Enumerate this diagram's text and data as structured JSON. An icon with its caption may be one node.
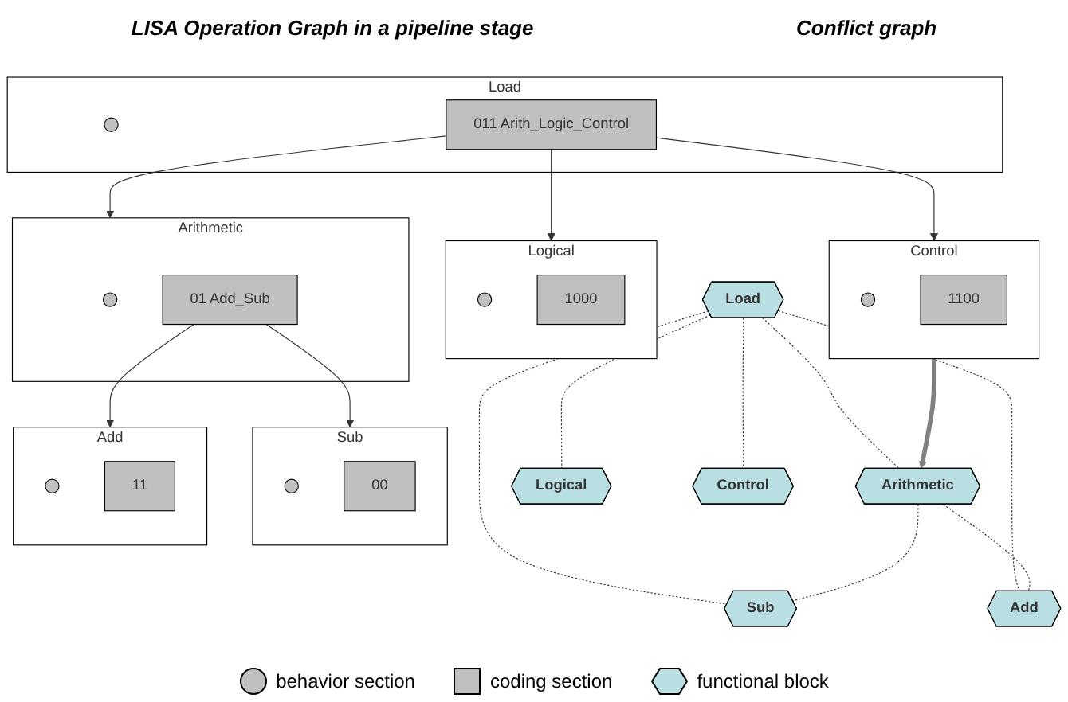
{
  "diagram": {
    "title": "LISA Operation Graph in a pipeline stage",
    "nodes": [
      {
        "text": [
          "Load"
        ]
      },
      {
        "text": [],
        "shape": "circle",
        "in": 0
      },
      {
        "text": [
          "011 Arith_Logic_Control"
        ],
        "in": 0
      },
      {
        "text": [
          "Arithmetic"
        ]
      },
      {
        "text": [],
        "shape": "circle",
        "in": 3
      },
      {
        "text": [
          "01 Add_Sub"
        ],
        "in": 3
      },
      {
        "text": [
          "Logical"
        ]
      },
      {
        "text": [],
        "shape": "circle",
        "in": 6
      },
      {
        "text": [
          "1000"
        ],
        "in": 6
      },
      {
        "text": [
          "Control"
        ]
      },
      {
        "text": [],
        "shape": "circle",
        "in": 9
      },
      {
        "text": [
          "1100"
        ],
        "in": 9
      },
      {
        "text": [
          "Sub"
        ]
      },
      {
        "text": [],
        "shape": "circle",
        "in": 12
      },
      {
        "text": [
          "00"
        ],
        "in": 12
      },
      {
        "text": [
          "Add"
        ]
      },
      {
        "text": [],
        "shape": "circle",
        "in": 15
      },
      {
        "text": [
          "11"
        ],
        "in": 15
      },
      {
        "text": [
          "Load"
        ]
      },
      {
        "text": [
          "Arithmetic"
        ]
      },
      {
        "text": [
          "Logical"
        ]
      },
      {
        "text": [
          "Control"
        ]
      },
      {
        "text": [
          "Sub"
        ]
      },
      {
        "text": [
          "Add"
        ]
      }
    ],
    "edges": [
      {
        "from": 2,
        "to": 3,
        "arrow": "to"
      },
      {
        "from": 2,
        "to": 6,
        "arrow": "to"
      },
      {
        "from": 2,
        "to": 9,
        "arrow": "to"
      },
      {
        "from": 5,
        "to": 12,
        "arrow": "to"
      },
      {
        "from": 5,
        "to": 15,
        "arrow": "to"
      },
      {
        "from": 9,
        "to": 19,
        "arrow": "to",
        "style": "thick",
        "color": "#808080"
      },
      {
        "from": 18,
        "to": 19,
        "arrow": "none",
        "style": "dashed"
      },
      {
        "from": 18,
        "to": 20,
        "arrow": "none",
        "style": "dashed"
      },
      {
        "from": 18,
        "to": 21,
        "arrow": "none",
        "style": "dashed"
      },
      {
        "from": 18,
        "to": 22,
        "arrow": "none",
        "style": "dashed"
      },
      {
        "from": 18,
        "to": 23,
        "arrow": "none",
        "style": "dashed"
      },
      {
        "from": 19,
        "to": 22,
        "arrow": "none",
        "style": "dashed"
      },
      {
        "from": 19,
        "to": 23,
        "arrow": "none",
        "style": "dashed"
      }
    ],
    "labels": [
      "Conflict graph"
    ],
    "legend": [
      {
        "text": "behavior section"
      },
      {
        "text": "coding section"
      },
      {
        "text": "functional block"
      }
    ]
  }
}
